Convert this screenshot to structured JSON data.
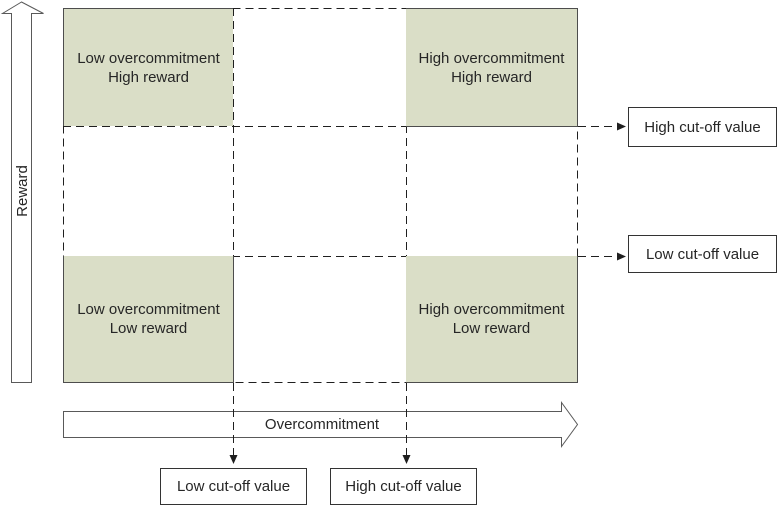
{
  "axes": {
    "y_label": "Reward",
    "x_label": "Overcommitment"
  },
  "quadrants": {
    "top_left": {
      "line1": "Low overcommitment",
      "line2": "High reward"
    },
    "top_right": {
      "line1": "High overcommitment",
      "line2": "High reward"
    },
    "bottom_left": {
      "line1": "Low overcommitment",
      "line2": "Low reward"
    },
    "bottom_right": {
      "line1": "High overcommitment",
      "line2": "Low reward"
    }
  },
  "callouts": {
    "right_top": "High cut-off value",
    "right_bottom": "Low cut-off value",
    "bottom_left": "Low cut-off value",
    "bottom_right": "High cut-off value"
  },
  "colors": {
    "quadrant_fill": "#dadec7",
    "line": "#1f1f1f",
    "arrow_outline": "#595959",
    "box_border": "#333333",
    "text": "#262626"
  }
}
